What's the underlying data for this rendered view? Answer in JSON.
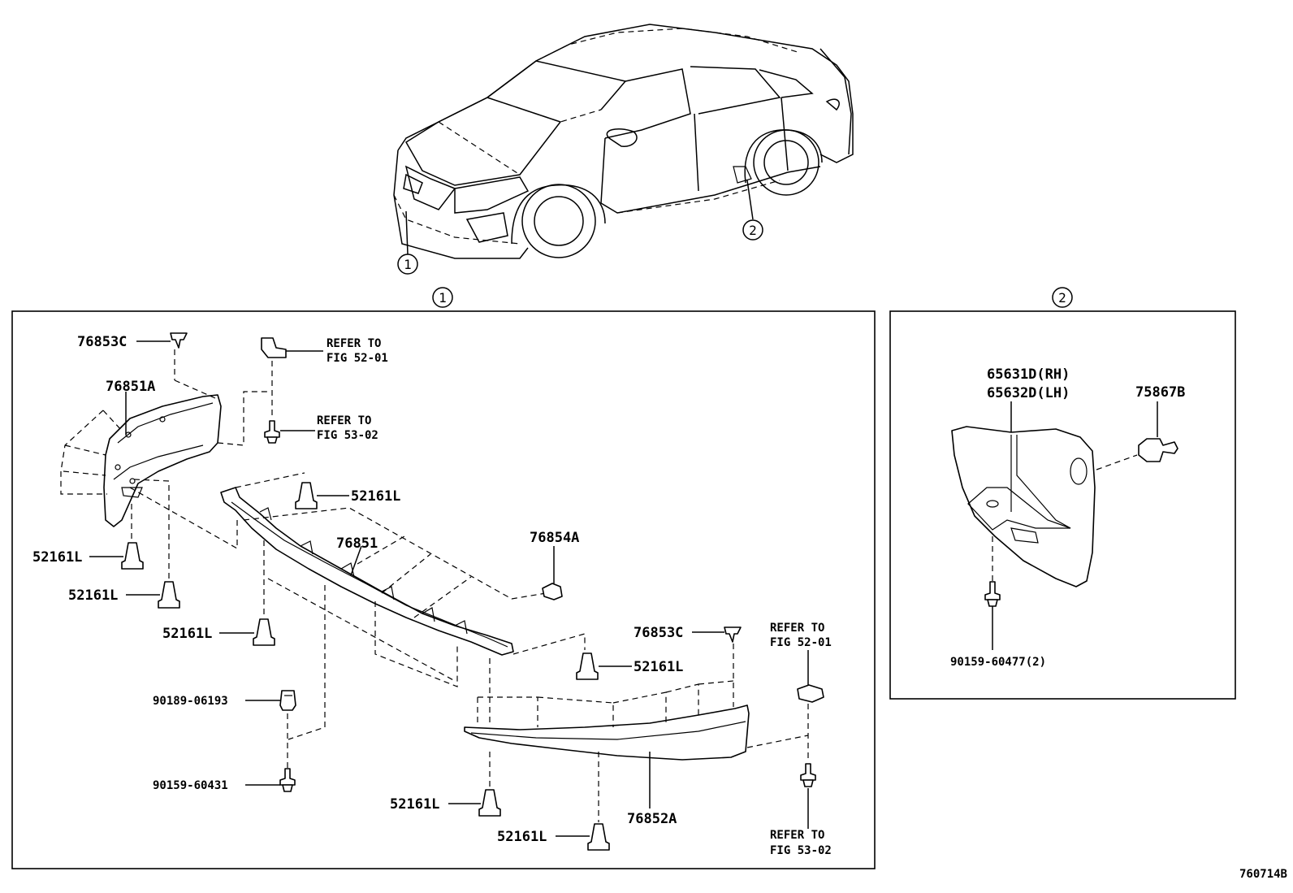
{
  "callouts": {
    "c1": "1",
    "c2": "2"
  },
  "section1": {
    "index": "1"
  },
  "section2": {
    "index": "2"
  },
  "labels": {
    "p76853c_top": "76853C",
    "p76851a": "76851A",
    "p52161l_a": "52161L",
    "p52161l_b": "52161L",
    "p52161l_c": "52161L",
    "p52161l_d": "52161L",
    "p52161l_e": "52161L",
    "p52161l_f": "52161L",
    "p52161l_g": "52161L",
    "p76851": "76851",
    "p76854a": "76854A",
    "p76853c_right": "76853C",
    "p90189": "90189-06193",
    "p90159_60431": "90159-60431",
    "p76852a": "76852A",
    "p65631d": "65631D(RH)",
    "p65632d": "65632D(LH)",
    "p75867b": "75867B",
    "p90159_60477": "90159-60477(2)",
    "diagram_code": "760714B"
  },
  "refs": {
    "r1_l1": "REFER TO",
    "r1_l2": "FIG 52-01",
    "r2_l1": "REFER TO",
    "r2_l2": "FIG 53-02",
    "r3_l1": "REFER TO",
    "r3_l2": "FIG 52-01",
    "r4_l1": "REFER TO",
    "r4_l2": "FIG 53-02"
  }
}
